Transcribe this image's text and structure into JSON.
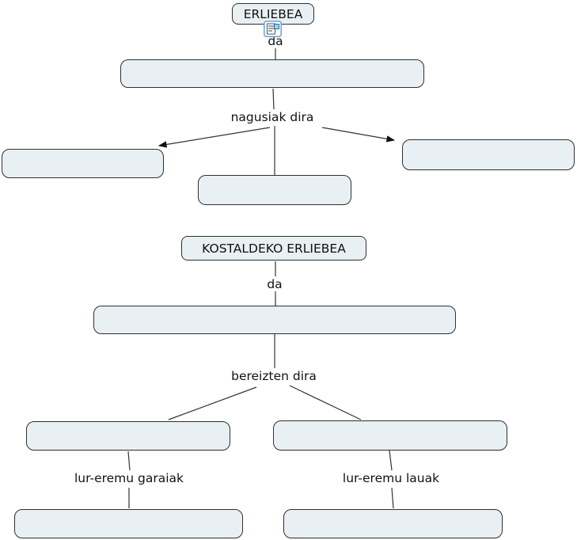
{
  "colors": {
    "box_fill": "#e9f0f3",
    "box_border": "#2f2f2f",
    "line": "#333333",
    "arrow": "#111111",
    "text": "#111111",
    "icon_border": "#6fa8dc"
  },
  "icons": {
    "resource": "document-with-image"
  },
  "map1": {
    "root_label": "ERLIEBEA",
    "link_da": "da",
    "definition_box": "",
    "link_nagusiak": "nagusiak dira",
    "left_box": "",
    "middle_box": "",
    "right_box": ""
  },
  "map2": {
    "root_label": "KOSTALDEKO ERLIEBEA",
    "link_da": "da",
    "definition_box": "",
    "link_bereizten": "bereizten dira",
    "high_box": "",
    "low_box": "",
    "link_garaiak": "lur-eremu garaiak",
    "link_lauak": "lur-eremu lauak",
    "garaiak_answer_box": "",
    "lauak_answer_box": ""
  }
}
